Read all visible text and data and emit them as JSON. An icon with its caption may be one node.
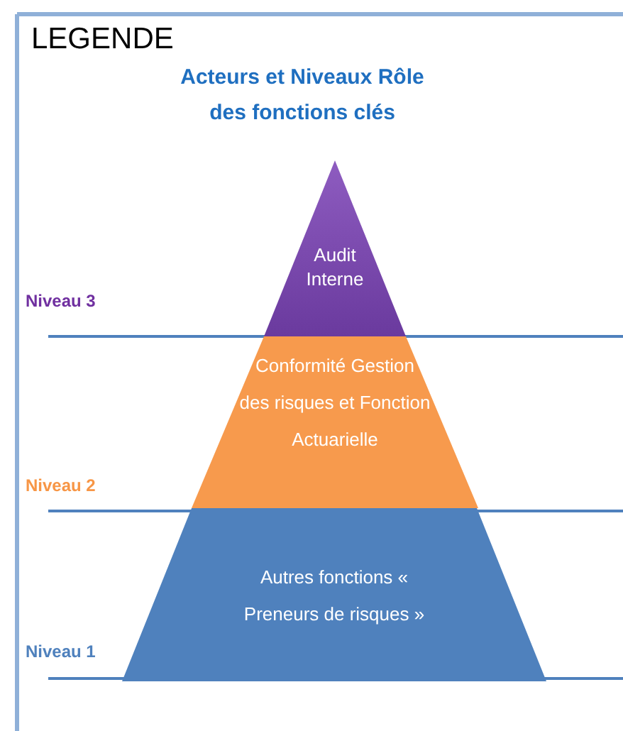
{
  "diagram": {
    "title": "Acteurs et Niveaux Rôle des fonctions clés",
    "nodes": [
      {
        "text": [
          "Audit Interne"
        ]
      },
      {
        "text": [
          "Conformité Gestion des risques et Fonction Actuarielle"
        ]
      },
      {
        "text": [
          "Autres fonctions « Preneurs de risques »"
        ]
      }
    ],
    "edges": [],
    "labels": [
      "LEGENDE",
      "Niveau 3",
      "Niveau 2",
      "Niveau 1"
    ]
  }
}
